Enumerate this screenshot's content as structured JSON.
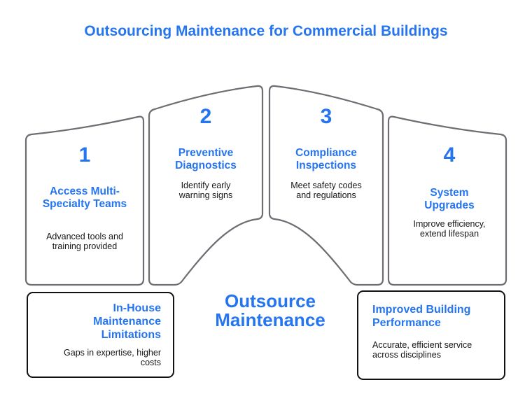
{
  "colors": {
    "accent": "#2575F0",
    "outline": "#716C73",
    "box_border": "#121216",
    "text": "#16161A",
    "background": "#FFFFFF"
  },
  "title": "Outsourcing Maintenance for Commercial Buildings",
  "steps": [
    {
      "number": "1",
      "title": "Access Multi-Specialty Teams",
      "description": "Advanced tools and training provided"
    },
    {
      "number": "2",
      "title": "Preventive Diagnostics",
      "description": "Identify early warning signs"
    },
    {
      "number": "3",
      "title": "Compliance Inspections",
      "description": "Meet safety codes and regulations"
    },
    {
      "number": "4",
      "title": "System Upgrades",
      "description": "Improve efficiency, extend lifespan"
    }
  ],
  "center_label": "Outsource Maintenance",
  "callouts": {
    "left": {
      "title": "In-House Maintenance Limitations",
      "description": "Gaps in expertise, higher costs"
    },
    "right": {
      "title": "Improved Building Performance",
      "description": "Accurate, efficient service across disciplines"
    }
  }
}
